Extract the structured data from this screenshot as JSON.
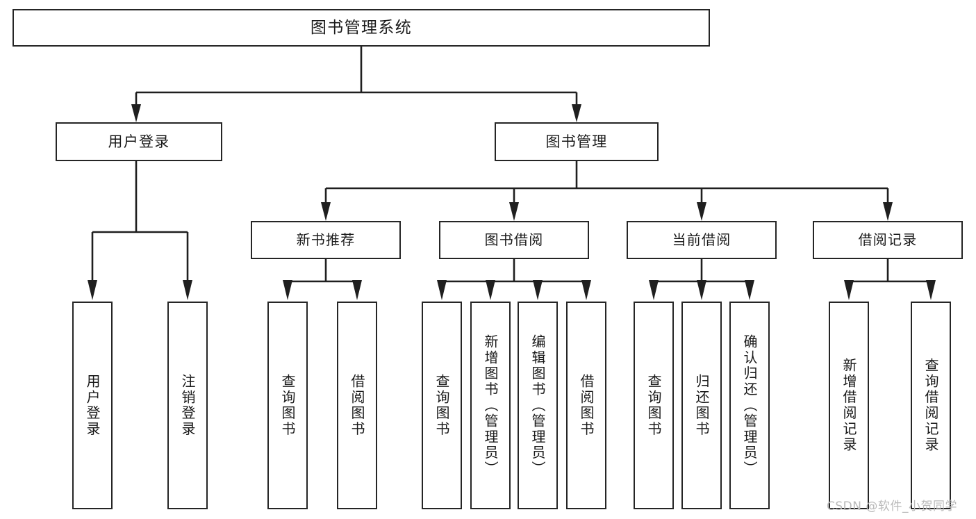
{
  "diagram": {
    "title": "图书管理系统",
    "type": "tree",
    "watermark": "CSDN @软件_小贺同学"
  },
  "nodes": {
    "root": {
      "label": "图书管理系统"
    },
    "level2": [
      {
        "id": "user-login",
        "label": "用户登录"
      },
      {
        "id": "book-manage",
        "label": "图书管理"
      }
    ],
    "level3": [
      {
        "id": "new-book-recommend",
        "label": "新书推荐"
      },
      {
        "id": "book-borrow",
        "label": "图书借阅"
      },
      {
        "id": "current-borrow",
        "label": "当前借阅"
      },
      {
        "id": "borrow-record",
        "label": "借阅记录"
      }
    ],
    "leaves": {
      "user_login": [
        {
          "id": "leaf-user-login",
          "label": "用户登录"
        },
        {
          "id": "leaf-logout-login",
          "label": "注销登录"
        }
      ],
      "new_book_recommend": [
        {
          "id": "leaf-query-book-1",
          "label": "查询图书"
        },
        {
          "id": "leaf-borrow-book-1",
          "label": "借阅图书"
        }
      ],
      "book_borrow": [
        {
          "id": "leaf-query-book-2",
          "label": "查询图书"
        },
        {
          "id": "leaf-add-book",
          "label": "新增图书（管理员）"
        },
        {
          "id": "leaf-edit-book",
          "label": "编辑图书（管理员）"
        },
        {
          "id": "leaf-borrow-book-2",
          "label": "借阅图书"
        }
      ],
      "current_borrow": [
        {
          "id": "leaf-query-book-3",
          "label": "查询图书"
        },
        {
          "id": "leaf-return-book",
          "label": "归还图书"
        },
        {
          "id": "leaf-confirm-return",
          "label": "确认归还（管理员）"
        }
      ],
      "borrow_record": [
        {
          "id": "leaf-add-record",
          "label": "新增借阅记录"
        },
        {
          "id": "leaf-query-record",
          "label": "查询借阅记录"
        }
      ]
    }
  },
  "colors": {
    "background": "#ffffff",
    "box_border": "#252525",
    "box_fill": "#ffffff",
    "connector": "#1f1f1f",
    "text": "#1a1a1a",
    "watermark": "#b9b9b9"
  }
}
